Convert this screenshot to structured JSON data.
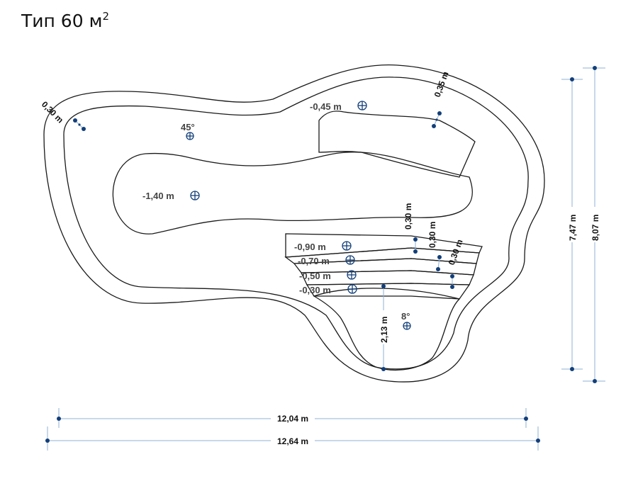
{
  "title": {
    "text": "Тип 60 м",
    "superscript": "2"
  },
  "depth_labels": [
    {
      "id": "d045",
      "text": "-0,45 m"
    },
    {
      "id": "d140",
      "text": "-1,40 m"
    },
    {
      "id": "d090",
      "text": "-0,90 m"
    },
    {
      "id": "d070",
      "text": "-0,70 m"
    },
    {
      "id": "d050",
      "text": "-0,50 m"
    },
    {
      "id": "d030",
      "text": "-0,30 m"
    }
  ],
  "angle_labels": [
    {
      "id": "a45",
      "text": "45°"
    },
    {
      "id": "a8",
      "text": "8°"
    }
  ],
  "wall_dimensions": {
    "wall_left": "0,30 m",
    "wall_right": "0,35 m",
    "step_1": "0,30 m",
    "step_2": "0,30 m",
    "step_3": "0,30 m",
    "beach_depth": "2,13 m"
  },
  "overall_dimensions": {
    "inner_length": "12,04 m",
    "outer_length": "12,64 m",
    "inner_width": "7,47 m",
    "outer_width": "8,07 m"
  },
  "colors": {
    "outline": "#1a1a1a",
    "dimension_line": "#8fb1d6",
    "marker": "#123f7a",
    "label": "#444444"
  }
}
